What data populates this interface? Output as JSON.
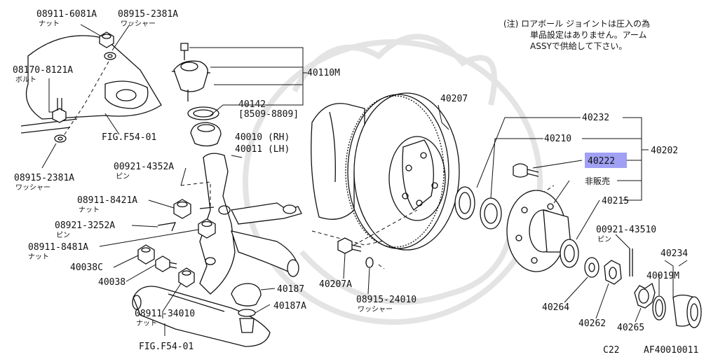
{
  "note": {
    "line1": "(注) ロアボール ジョイントは圧入の為",
    "line2": "単品設定はありません。アーム",
    "line3": "ASSYで供給して下さい。"
  },
  "labels": {
    "p08911_6081A": "08911-6081A",
    "p08911_6081A_sub": "ナット",
    "p08915_2381A_top": "08915-2381A",
    "p08915_2381A_top_sub": "ワッシャー",
    "p08170_8121A": "08170-8121A",
    "p08170_8121A_sub": "ボルト",
    "p08915_2381A_bot": "08915-2381A",
    "p08915_2381A_bot_sub": "ワッシャー",
    "fig_f54_01_top": "FIG.F54-01",
    "p40110M": "40110M",
    "p40142": "40142",
    "p40142_range": "[8509-8809]",
    "p40010": "40010 (RH)",
    "p40011": "40011 (LH)",
    "p00921_4352A": "00921-4352A",
    "p00921_4352A_sub": "ピン",
    "p08911_8421A": "08911-8421A",
    "p08911_8421A_sub": "ナット",
    "p08921_3252A": "08921-3252A",
    "p08921_3252A_sub": "ピン",
    "p08911_8481A": "08911-8481A",
    "p08911_8481A_sub": "ナット",
    "p40038C": "40038C",
    "p40038": "40038",
    "p08911_34010": "08911-34010",
    "p08911_34010_sub": "ナット",
    "fig_f54_01_bot": "FIG.F54-01",
    "p40187": "40187",
    "p40187A": "40187A",
    "p40207": "40207",
    "p40207A": "40207A",
    "p08915_24010": "08915-24010",
    "p08915_24010_sub": "ワッシャー",
    "p40232": "40232",
    "p40210": "40210",
    "p40222": "40222",
    "p40202": "40202",
    "not_sold": "非販売",
    "p40215": "40215",
    "p00921_43510": "00921-43510",
    "p00921_43510_sub": "ピン",
    "p40234": "40234",
    "p40019M": "40019M",
    "p40264": "40264",
    "p40262": "40262",
    "p40265": "40265",
    "code_c22": "C22",
    "code_af": "AF40010011"
  },
  "colors": {
    "highlight": "#8f8ff2",
    "ink": "#111111",
    "watermark": "#e4e4e4"
  }
}
